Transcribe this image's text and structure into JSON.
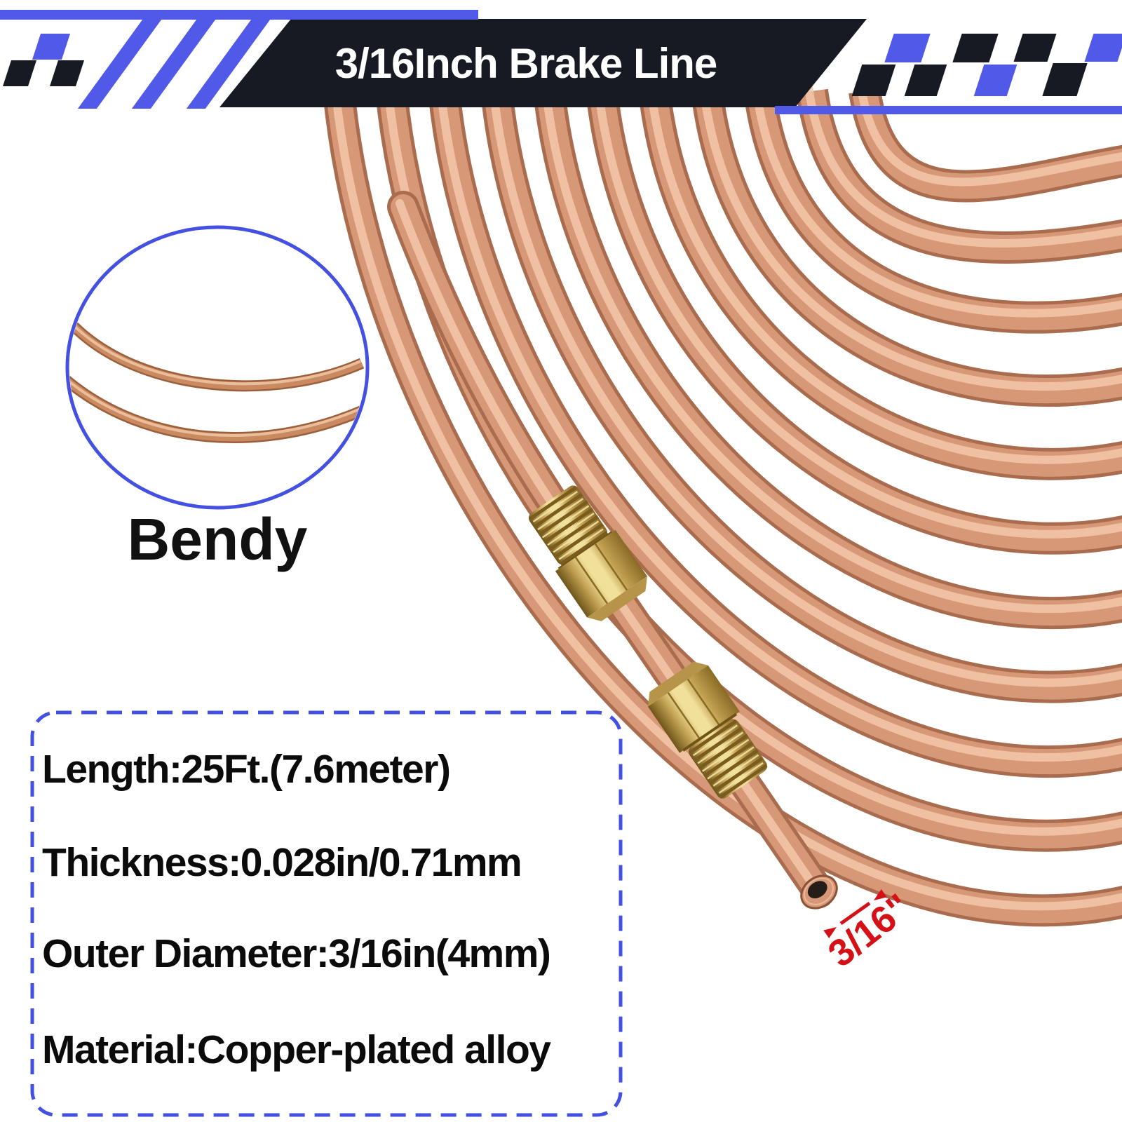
{
  "header": {
    "title": "3/16Inch Brake Line"
  },
  "inset": {
    "label": "Bendy"
  },
  "specs": {
    "lines": [
      "Length:25Ft.(7.6meter)",
      "Thickness:0.028in/0.71mm",
      "Outer Diameter:3/16in(4mm)",
      "Material:Copper-plated alloy"
    ]
  },
  "annotation": {
    "diameter": "3/16\""
  },
  "colors": {
    "accent": "#5159e8",
    "accent-deep": "#4350e2",
    "banner-dark": "#171a22",
    "red": "#d51016",
    "copper-edge": "#aa6c4e",
    "copper-body": "#d79877",
    "copper-highlight": "#f3c7a8",
    "copper-deep": "#8c5238",
    "brass-light": "#f0e09a",
    "brass-mid": "#c3a253",
    "brass-dark": "#8a6b26"
  }
}
